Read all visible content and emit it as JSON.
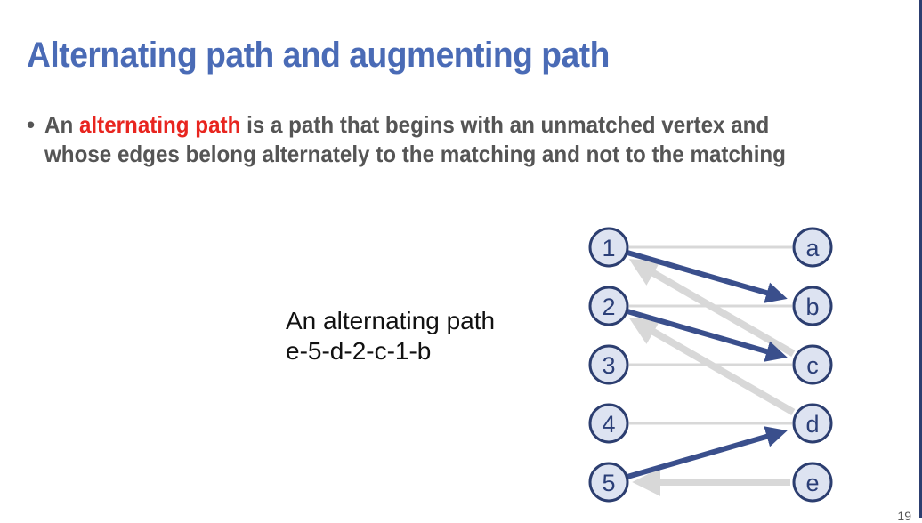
{
  "slide": {
    "title": "Alternating path and augmenting path",
    "bullet": {
      "marker": "•",
      "highlight": "alternating path",
      "text_line1_rest": "is a path that begins with an unmatched vertex and",
      "prefix": "An",
      "text_line2": "whose edges belong alternately to the matching and not to the matching"
    },
    "caption": {
      "line1": "An alternating path",
      "line2": "e-5-d-2-c-1-b"
    },
    "page_number": "19"
  },
  "graph": {
    "left_nodes": [
      "1",
      "2",
      "3",
      "4",
      "5"
    ],
    "right_nodes": [
      "a",
      "b",
      "c",
      "d",
      "e"
    ],
    "colors": {
      "node_fill": "#dde3f1",
      "node_stroke": "#2c3e70",
      "label": "#2b3f78",
      "light_edge": "#d8d8d8",
      "heavy_edge": "#3a4f8c"
    },
    "thin_edges": [
      {
        "from": "1",
        "to": "a"
      },
      {
        "from": "2",
        "to": "b"
      },
      {
        "from": "3",
        "to": "c"
      },
      {
        "from": "4",
        "to": "d"
      }
    ],
    "thick_light_edges": [
      {
        "from": "c",
        "to": "1"
      },
      {
        "from": "d",
        "to": "2"
      },
      {
        "from": "e",
        "to": "5"
      }
    ],
    "matching_edges": [
      {
        "from": "1",
        "to": "b"
      },
      {
        "from": "2",
        "to": "c"
      },
      {
        "from": "5",
        "to": "d"
      }
    ]
  }
}
